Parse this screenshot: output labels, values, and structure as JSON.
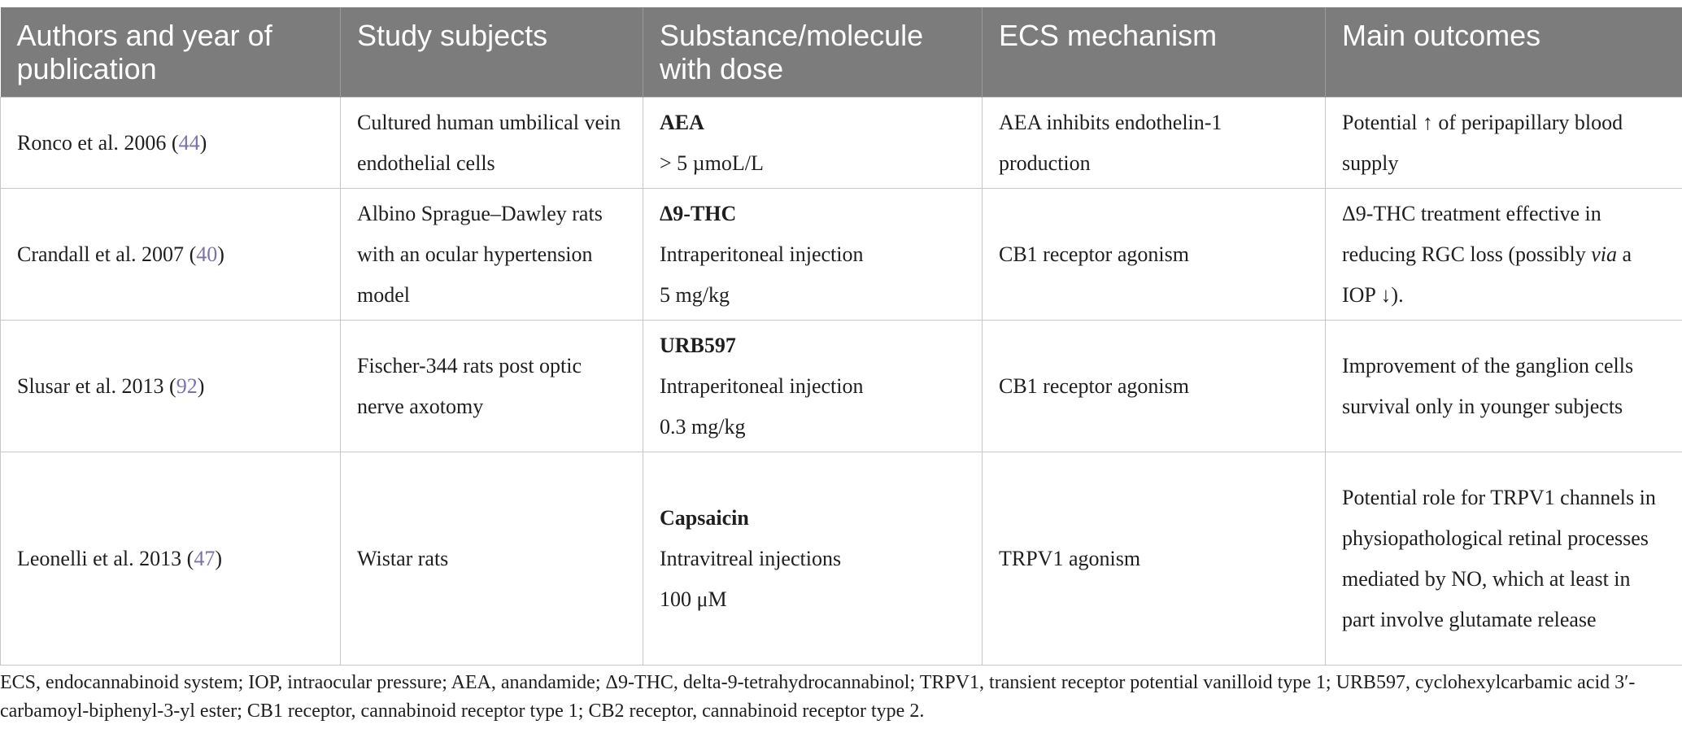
{
  "headers": [
    "Authors and year of publication",
    "Study subjects",
    "Substance/molecule with dose",
    "ECS mechanism",
    "Main outcomes"
  ],
  "rows": [
    {
      "author": "Ronco et al. 2006",
      "ref": "44",
      "subjects": "Cultured human umbilical vein endothelial cells",
      "substance_name": "AEA",
      "substance_lines": [
        "> 5 µmoL/L"
      ],
      "mechanism": "AEA inhibits endothelin-1 production",
      "outcome_pre": "Potential ↑ of peripapillary blood supply",
      "outcome_italic": "",
      "outcome_post": ""
    },
    {
      "author": "Crandall et al. 2007",
      "ref": "40",
      "subjects": "Albino Sprague–Dawley rats with an ocular hypertension model",
      "substance_name": "Δ9-THC",
      "substance_lines": [
        "Intraperitoneal injection",
        "5 mg/kg"
      ],
      "mechanism": "CB1 receptor agonism",
      "outcome_pre": "Δ9-THC treatment effective in reducing RGC loss (possibly ",
      "outcome_italic": "via",
      "outcome_post": " a IOP ↓)."
    },
    {
      "author": "Slusar et al. 2013",
      "ref": "92",
      "subjects": "Fischer-344 rats post optic nerve axotomy",
      "substance_name": "URB597",
      "substance_lines": [
        "Intraperitoneal injection",
        "0.3 mg/kg"
      ],
      "mechanism": "CB1 receptor agonism",
      "outcome_pre": "Improvement of the ganglion cells survival only in younger subjects",
      "outcome_italic": "",
      "outcome_post": ""
    },
    {
      "author": "Leonelli et al. 2013",
      "ref": "47",
      "subjects": "Wistar rats",
      "substance_name": "Capsaicin",
      "substance_lines": [
        "Intravitreal injections",
        "100 μM"
      ],
      "mechanism": "TRPV1 agonism",
      "outcome_pre": "Potential role for TRPV1 channels in physiopathological retinal processes mediated by NO, which at least in part involve glutamate release",
      "outcome_italic": "",
      "outcome_post": ""
    }
  ],
  "footnote": "ECS, endocannabinoid system; IOP, intraocular pressure; AEA, anandamide; Δ9-THC, delta-9-tetrahydrocannabinol; TRPV1, transient receptor potential vanilloid type 1; URB597, cyclohexylcarbamic acid 3′-carbamoyl-biphenyl-3-yl ester; CB1 receptor, cannabinoid receptor type 1; CB2 receptor, cannabinoid receptor type 2."
}
